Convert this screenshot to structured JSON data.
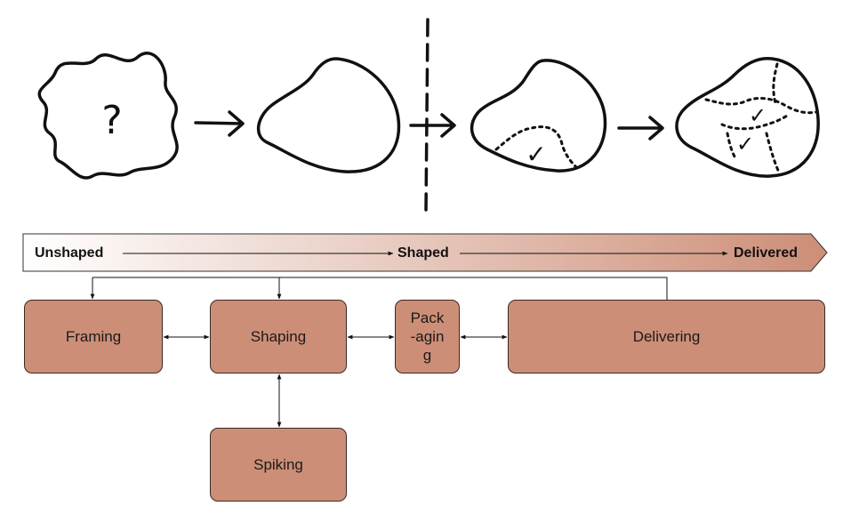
{
  "progress_bar": {
    "stages": [
      "Unshaped",
      "Shaped",
      "Delivered"
    ],
    "gradient_start": "#ffffff",
    "gradient_end": "#cd8e77"
  },
  "sketches": {
    "blob_question_mark": "?",
    "check_mark": "✓"
  },
  "boxes": {
    "framing": "Framing",
    "shaping": "Shaping",
    "packaging_lines": [
      "Pack",
      "-agin",
      "g"
    ],
    "delivering": "Delivering",
    "spiking": "Spiking"
  },
  "colors": {
    "box_fill": "#cd8e77",
    "box_border": "#3a2a24",
    "ink": "#111111"
  }
}
